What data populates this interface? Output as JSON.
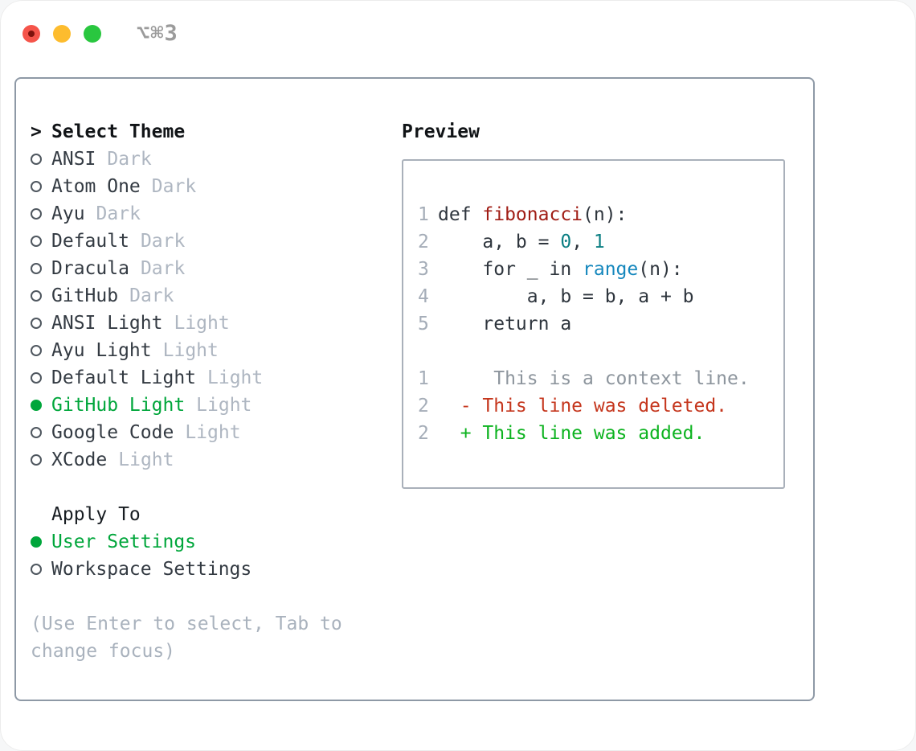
{
  "window": {
    "title_shortcut": "⌥⌘3"
  },
  "colors": {
    "accent_green": "#00a63b",
    "panel_border": "#8e99a6",
    "preview_border": "#a9b0ba",
    "tag_gray": "#aeb6c1",
    "hint_gray": "#a9b2bd",
    "function_red": "#a01d15",
    "number_teal": "#0c7f83",
    "builtin_blue": "#1587bd",
    "diff_deleted_red": "#c5361d",
    "diff_added_green": "#0db320",
    "traffic_close": "#f5544a",
    "traffic_minimize": "#fdbc2e",
    "traffic_maximize": "#29c73f"
  },
  "theme_panel": {
    "header_prefix": ">",
    "header": "Select Theme",
    "items": [
      {
        "name": "ANSI",
        "tag": "Dark",
        "selected": false
      },
      {
        "name": "Atom One",
        "tag": "Dark",
        "selected": false
      },
      {
        "name": "Ayu",
        "tag": "Dark",
        "selected": false
      },
      {
        "name": "Default",
        "tag": "Dark",
        "selected": false
      },
      {
        "name": "Dracula",
        "tag": "Dark",
        "selected": false
      },
      {
        "name": "GitHub",
        "tag": "Dark",
        "selected": false
      },
      {
        "name": "ANSI Light",
        "tag": "Light",
        "selected": false
      },
      {
        "name": "Ayu Light",
        "tag": "Light",
        "selected": false
      },
      {
        "name": "Default Light",
        "tag": "Light",
        "selected": false
      },
      {
        "name": "GitHub Light",
        "tag": "Light",
        "selected": true
      },
      {
        "name": "Google Code",
        "tag": "Light",
        "selected": false
      },
      {
        "name": "XCode",
        "tag": "Light",
        "selected": false
      }
    ],
    "apply_to": {
      "header": "Apply To",
      "options": [
        {
          "label": "User Settings",
          "selected": true
        },
        {
          "label": "Workspace Settings",
          "selected": false
        }
      ]
    },
    "hint": "(Use Enter to select, Tab to change focus)"
  },
  "preview": {
    "header": "Preview",
    "lines": [
      {
        "num": "1",
        "tokens": [
          {
            "text": "def ",
            "cls": "plain"
          },
          {
            "text": "fibonacci",
            "cls": "func"
          },
          {
            "text": "(n):",
            "cls": "plain"
          }
        ]
      },
      {
        "num": "2",
        "tokens": [
          {
            "text": "    a, b = ",
            "cls": "plain"
          },
          {
            "text": "0",
            "cls": "num"
          },
          {
            "text": ", ",
            "cls": "plain"
          },
          {
            "text": "1",
            "cls": "num"
          }
        ]
      },
      {
        "num": "3",
        "tokens": [
          {
            "text": "    for _ in ",
            "cls": "plain"
          },
          {
            "text": "range",
            "cls": "builtin"
          },
          {
            "text": "(n):",
            "cls": "plain"
          }
        ]
      },
      {
        "num": "4",
        "tokens": [
          {
            "text": "        a, b = b, a + b",
            "cls": "plain"
          }
        ]
      },
      {
        "num": "5",
        "tokens": [
          {
            "text": "    return a",
            "cls": "plain"
          }
        ]
      },
      {
        "num": "",
        "tokens": []
      },
      {
        "num": "1",
        "tokens": [
          {
            "text": "     This is a context line.",
            "cls": "ctx"
          }
        ]
      },
      {
        "num": "2",
        "tokens": [
          {
            "text": "  - This line was deleted.",
            "cls": "del"
          }
        ]
      },
      {
        "num": "2",
        "tokens": [
          {
            "text": "  + This line was added.",
            "cls": "add"
          }
        ]
      }
    ]
  }
}
